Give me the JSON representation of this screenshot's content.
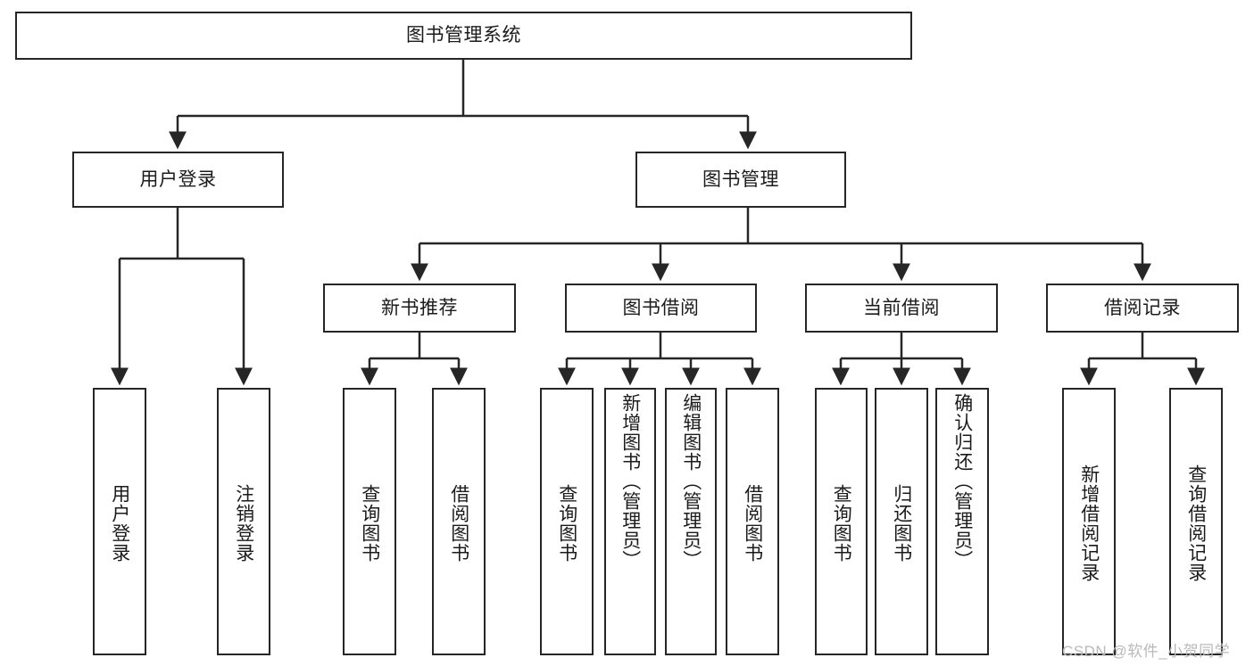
{
  "diagram": {
    "title": "图书管理系统",
    "type": "tree-hierarchy-chart",
    "root": {
      "id": "root",
      "label": "图书管理系统"
    },
    "level2": [
      {
        "id": "user-login",
        "label": "用户登录"
      },
      {
        "id": "book-manage",
        "label": "图书管理"
      }
    ],
    "level3": [
      {
        "id": "new-book-recommend",
        "label": "新书推荐"
      },
      {
        "id": "book-borrow",
        "label": "图书借阅"
      },
      {
        "id": "current-borrow",
        "label": "当前借阅"
      },
      {
        "id": "borrow-record",
        "label": "借阅记录"
      }
    ],
    "leaves": [
      {
        "id": "leaf-user-login",
        "label": "用户登录",
        "parent": "user-login"
      },
      {
        "id": "leaf-logout-login",
        "label": "注销登录",
        "parent": "user-login"
      },
      {
        "id": "leaf-query-book-1",
        "label": "查询图书",
        "parent": "new-book-recommend"
      },
      {
        "id": "leaf-borrow-book-1",
        "label": "借阅图书",
        "parent": "new-book-recommend"
      },
      {
        "id": "leaf-query-book-2",
        "label": "查询图书",
        "parent": "book-borrow"
      },
      {
        "id": "leaf-add-book",
        "label": "新增图书（管理员）",
        "parent": "book-borrow"
      },
      {
        "id": "leaf-edit-book",
        "label": "编辑图书（管理员）",
        "parent": "book-borrow"
      },
      {
        "id": "leaf-borrow-book-2",
        "label": "借阅图书",
        "parent": "book-borrow"
      },
      {
        "id": "leaf-query-book-3",
        "label": "查询图书",
        "parent": "current-borrow"
      },
      {
        "id": "leaf-return-book",
        "label": "归还图书",
        "parent": "current-borrow"
      },
      {
        "id": "leaf-confirm-return",
        "label": "确认归还（管理员）",
        "parent": "current-borrow"
      },
      {
        "id": "leaf-add-record",
        "label": "新增借阅记录",
        "parent": "borrow-record"
      },
      {
        "id": "leaf-query-record",
        "label": "查询借阅记录",
        "parent": "borrow-record"
      }
    ],
    "colors": {
      "stroke": "#262626",
      "box_fill": "#ffffff",
      "text": "#1b1b1b",
      "background": "#ffffff",
      "watermark": "#b9b9b9"
    }
  },
  "watermark": {
    "text": "CSDN @软件_小贺同学"
  }
}
